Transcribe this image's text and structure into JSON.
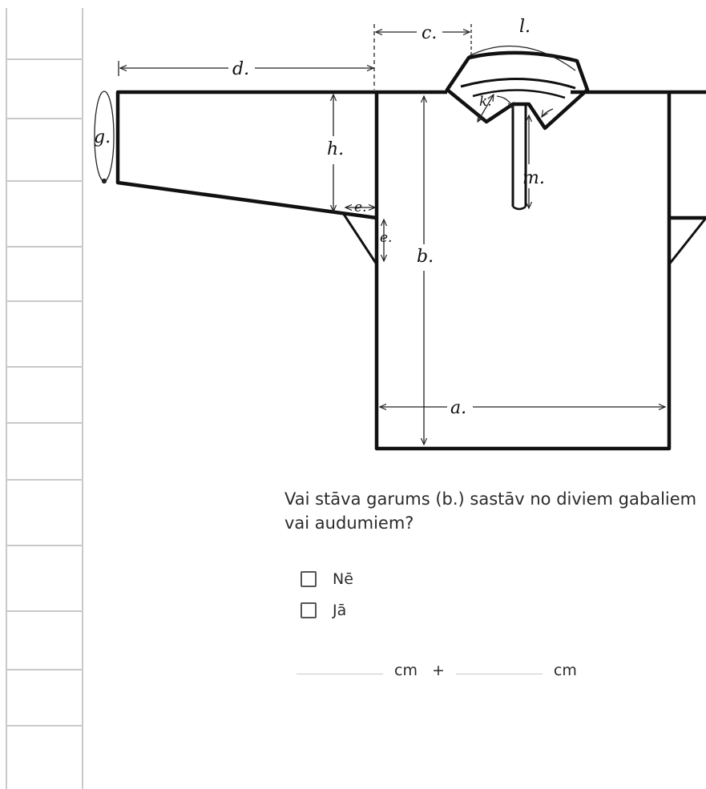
{
  "diagram": {
    "labels": {
      "a": "a.",
      "b": "b.",
      "c": "c.",
      "d": "d.",
      "e1": "e.",
      "e2": "e.",
      "g": "g.",
      "h": "h.",
      "k": "k.",
      "l": "l.",
      "m": "m."
    }
  },
  "question": {
    "text": "Vai stāva garums (b.) sastāv no diviem gabaliem vai audumiem?",
    "options": [
      "Nē",
      "Jā"
    ]
  },
  "measurement": {
    "unit1": "cm",
    "operator": "+",
    "unit2": "cm"
  }
}
